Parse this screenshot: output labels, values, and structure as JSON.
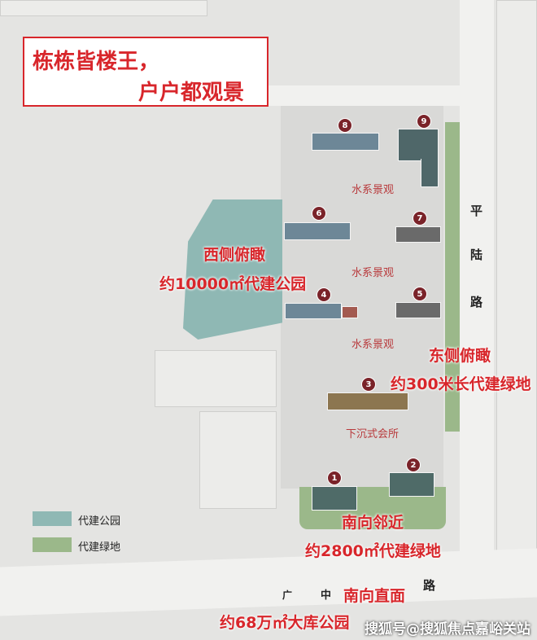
{
  "title": {
    "line1": "栋栋皆楼王，",
    "line2": "户户都观景"
  },
  "buildings": [
    {
      "id": "8#",
      "label": "8"
    },
    {
      "id": "9#",
      "label": "9"
    },
    {
      "id": "6#",
      "label": "6"
    },
    {
      "id": "7#",
      "label": "7"
    },
    {
      "id": "4#",
      "label": "4"
    },
    {
      "id": "5#",
      "label": "5"
    },
    {
      "id": "3#",
      "label": "3"
    },
    {
      "id": "1#",
      "label": "1"
    },
    {
      "id": "2#",
      "label": "2"
    }
  ],
  "landscape_labels": {
    "water1": "水系景观",
    "water2": "水系景观",
    "water3": "水系景观",
    "clubhouse": "下沉式会所"
  },
  "callouts": {
    "west_1": "西侧俯瞰",
    "west_2": "约10000㎡代建公园",
    "east_1": "东侧俯瞰",
    "east_2": "约300米长代建绿地",
    "south_1": "南向邻近",
    "south_2": "约2800㎡代建绿地",
    "south_3": "南向直面",
    "south_4": "约68万㎡大库公园"
  },
  "roads": {
    "east": [
      "平",
      "陆",
      "路"
    ],
    "south": [
      "广",
      "中",
      "路"
    ]
  },
  "legend": [
    {
      "label": "代建公园",
      "color": "#8fb8b4"
    },
    {
      "label": "代建绿地",
      "color": "#9bb88a"
    }
  ],
  "watermark": "搜狐号@搜狐焦点嘉峪关站"
}
